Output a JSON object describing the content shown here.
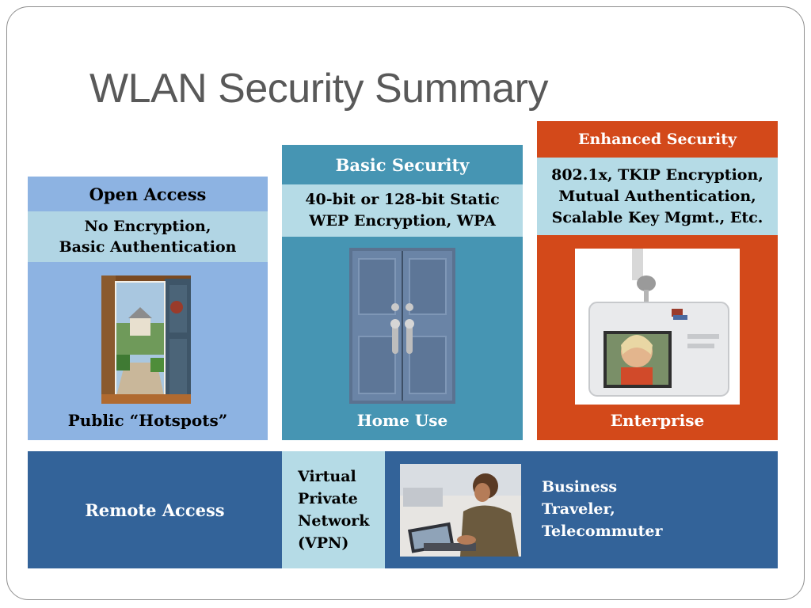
{
  "slide": {
    "title": "WLAN Security Summary",
    "columns": {
      "open": {
        "header": "Open Access",
        "desc_line1": "No Encryption,",
        "desc_line2": "Basic Authentication",
        "caption": "Public “Hotspots”",
        "image": "open-doorway-photo"
      },
      "basic": {
        "header": "Basic Security",
        "desc_line1": "40-bit or 128-bit Static",
        "desc_line2": "WEP Encryption, WPA",
        "caption": "Home Use",
        "image": "locked-doors-photo"
      },
      "enhanced": {
        "header": "Enhanced Security",
        "desc_line1": "802.1x, TKIP Encryption,",
        "desc_line2": "Mutual Authentication,",
        "desc_line3": "Scalable Key Mgmt., Etc.",
        "caption": "Enterprise",
        "image": "id-badge-photo"
      }
    },
    "remote": {
      "label": "Remote Access",
      "vpn_line1": "Virtual",
      "vpn_line2": "Private",
      "vpn_line3": "Network",
      "vpn_line4": "(VPN)",
      "traveler_line1": "Business",
      "traveler_line2": "Traveler,",
      "traveler_line3": "Telecommuter",
      "image": "laptop-traveler-photo"
    },
    "colors": {
      "open_fill": "#8db3e2",
      "basic_fill": "#4695b3",
      "enhanced_fill": "#d3491a",
      "remote_fill": "#336399",
      "light_band": "#b5dbe6"
    }
  }
}
